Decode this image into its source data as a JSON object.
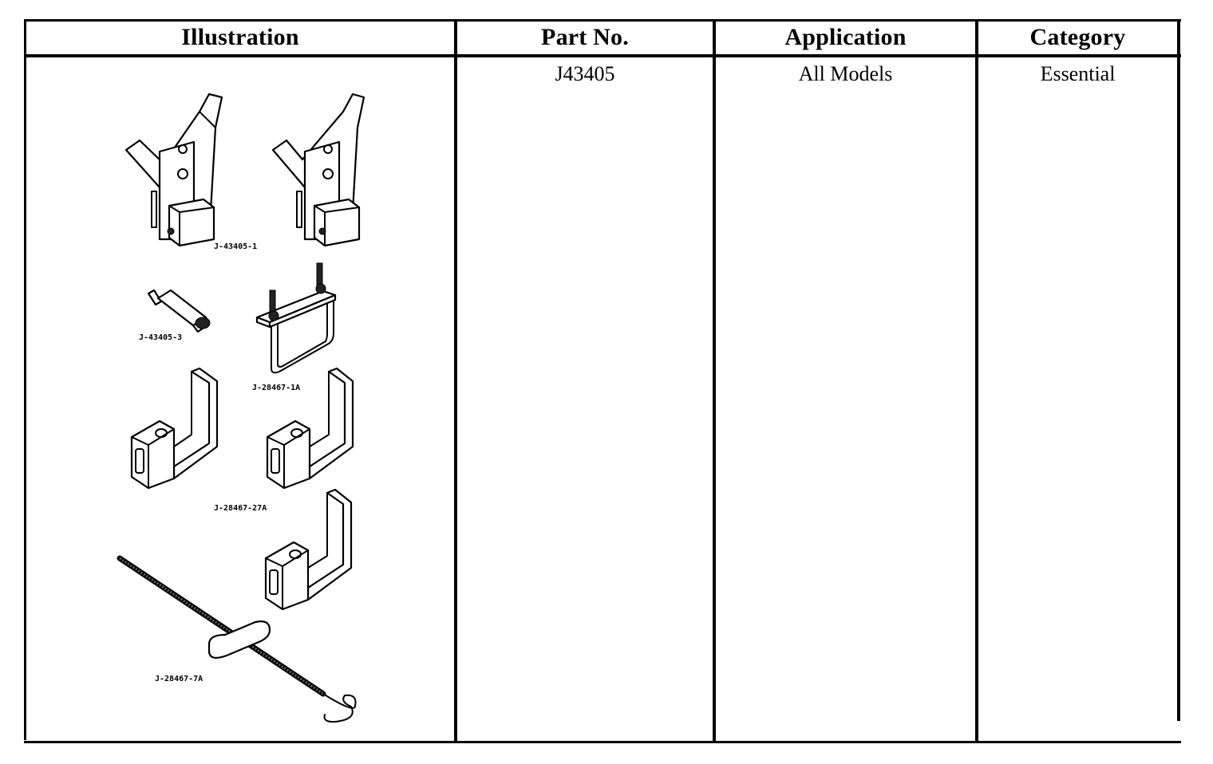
{
  "table": {
    "headers": {
      "illustration": "Illustration",
      "part_no": "Part No.",
      "application": "Application",
      "category": "Category"
    },
    "rows": [
      {
        "part_no": "J43405",
        "application": "All Models",
        "category": "Essential"
      }
    ]
  },
  "illustration": {
    "labels": {
      "bracket": "J-43405-1",
      "spacer": "J-43405-3",
      "u_bolt": "J-28467-1A",
      "hooks": "J-28467-27A",
      "rod": "J-28467-7A"
    }
  }
}
